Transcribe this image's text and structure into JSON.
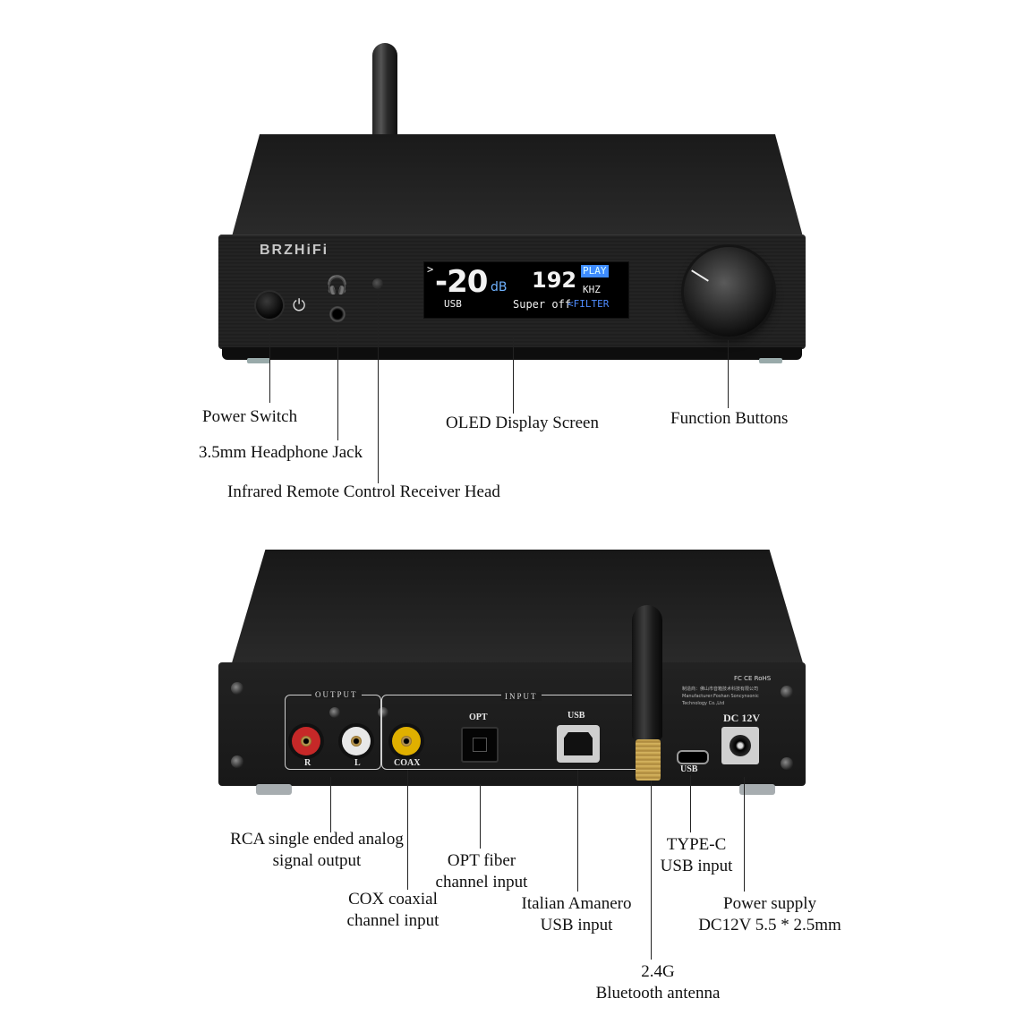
{
  "front": {
    "brand": "BRZHiFi",
    "power_icon": "power-icon",
    "headphone_icon": "headphone-icon",
    "oled": {
      "arrow": ">",
      "volume": "-20",
      "volume_unit": "dB",
      "sample_rate": "192",
      "rate_unit": "KHZ",
      "status": "PLAY",
      "input": "USB",
      "filter_value": "Super off",
      "filter_label": "<FILTER"
    }
  },
  "front_labels": {
    "power_switch": "Power Switch",
    "headphone_jack": "3.5mm Headphone Jack",
    "ir_receiver": "Infrared Remote Control Receiver Head",
    "oled_screen": "OLED Display Screen",
    "function_buttons": "Function Buttons"
  },
  "rear": {
    "output_title": "OUTPUT",
    "input_title": "INPUT",
    "rca_right": "R",
    "rca_left": "L",
    "coax": "COAX",
    "opt": "OPT",
    "usb": "USB",
    "usbc": "USB",
    "dc": "DC 12V",
    "cert": "FC CE RoHS",
    "legal_line1": "制造商：佛山市音箱技术科技有限公司",
    "legal_line2": "Manufacturer:Foshan Soncynsonic Technology Co.,Ltd"
  },
  "rear_labels": {
    "rca_line1": "RCA single ended analog",
    "rca_line2": "signal output",
    "cox_line1": "COX coaxial",
    "cox_line2": "channel input",
    "opt_line1": "OPT fiber",
    "opt_line2": "channel input",
    "usb_line1": "Italian Amanero",
    "usb_line2": "USB input",
    "bt_line1": "2.4G",
    "bt_line2": "Bluetooth antenna",
    "typec_line1": "TYPE-C",
    "typec_line2": "USB input",
    "power_line1": "Power supply",
    "power_line2": "DC12V 5.5 * 2.5mm"
  },
  "colors": {
    "background": "#ffffff",
    "chassis": "#1e1e1e",
    "oled_blue": "#3d8bff",
    "rca_red": "#c62828",
    "rca_white": "#e8e8e8",
    "coax_yellow": "#e0b000",
    "antenna_brass": "#d4b15a"
  }
}
